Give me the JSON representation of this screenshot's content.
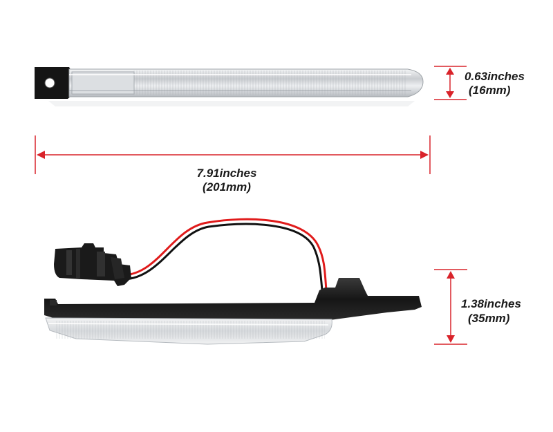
{
  "dimensions": {
    "height": {
      "inches": "0.63inches",
      "mm": "(16mm)"
    },
    "length": {
      "inches": "7.91inches",
      "mm": "(201mm)"
    },
    "depth": {
      "inches": "1.38inches",
      "mm": "(35mm)"
    }
  },
  "colors": {
    "dimension_line": "#d9232a",
    "wire_red": "#e01b1b",
    "wire_black": "#111111",
    "housing": "#1b1b1b",
    "lens": "#e8eaec"
  }
}
